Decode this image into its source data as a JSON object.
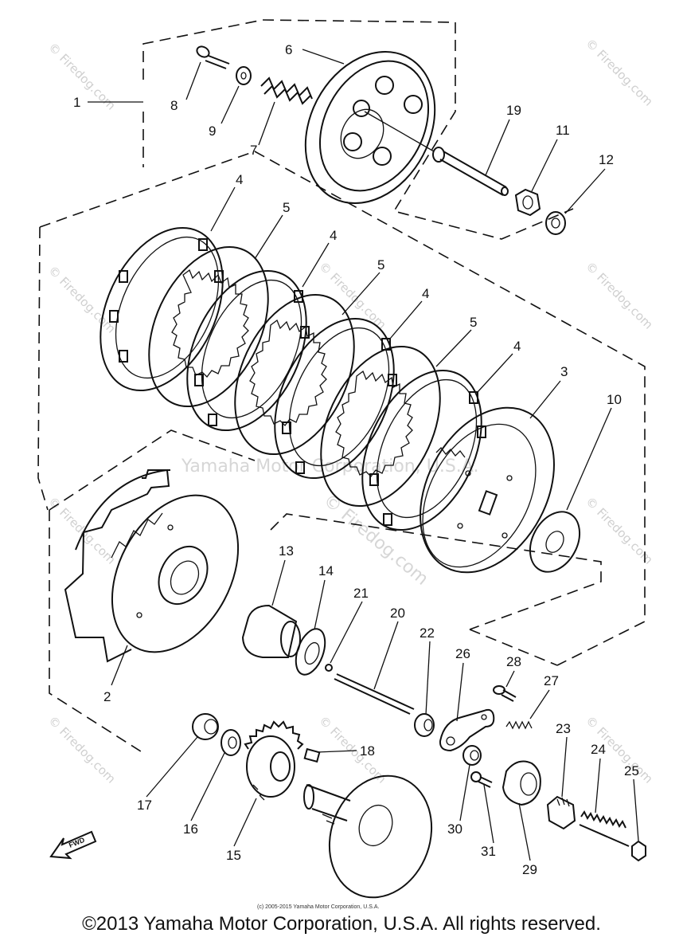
{
  "diagram": {
    "callouts": [
      "1",
      "2",
      "3",
      "4",
      "4",
      "4",
      "4",
      "5",
      "5",
      "5",
      "6",
      "7",
      "8",
      "9",
      "10",
      "11",
      "12",
      "13",
      "14",
      "15",
      "16",
      "17",
      "18",
      "19",
      "20",
      "21",
      "22",
      "23",
      "24",
      "25",
      "26",
      "27",
      "28",
      "29",
      "30",
      "31"
    ],
    "direction_label": "FWD",
    "small_copyright": "(c) 2005-2015 Yamaha Motor Corporation, U.S.A.",
    "watermarks": [
      "© Firedog.com",
      "Yamaha Motor Corporation, U.S.A."
    ]
  },
  "footer": {
    "copyright": "©2013 Yamaha Motor Corporation, U.S.A. All rights reserved."
  }
}
